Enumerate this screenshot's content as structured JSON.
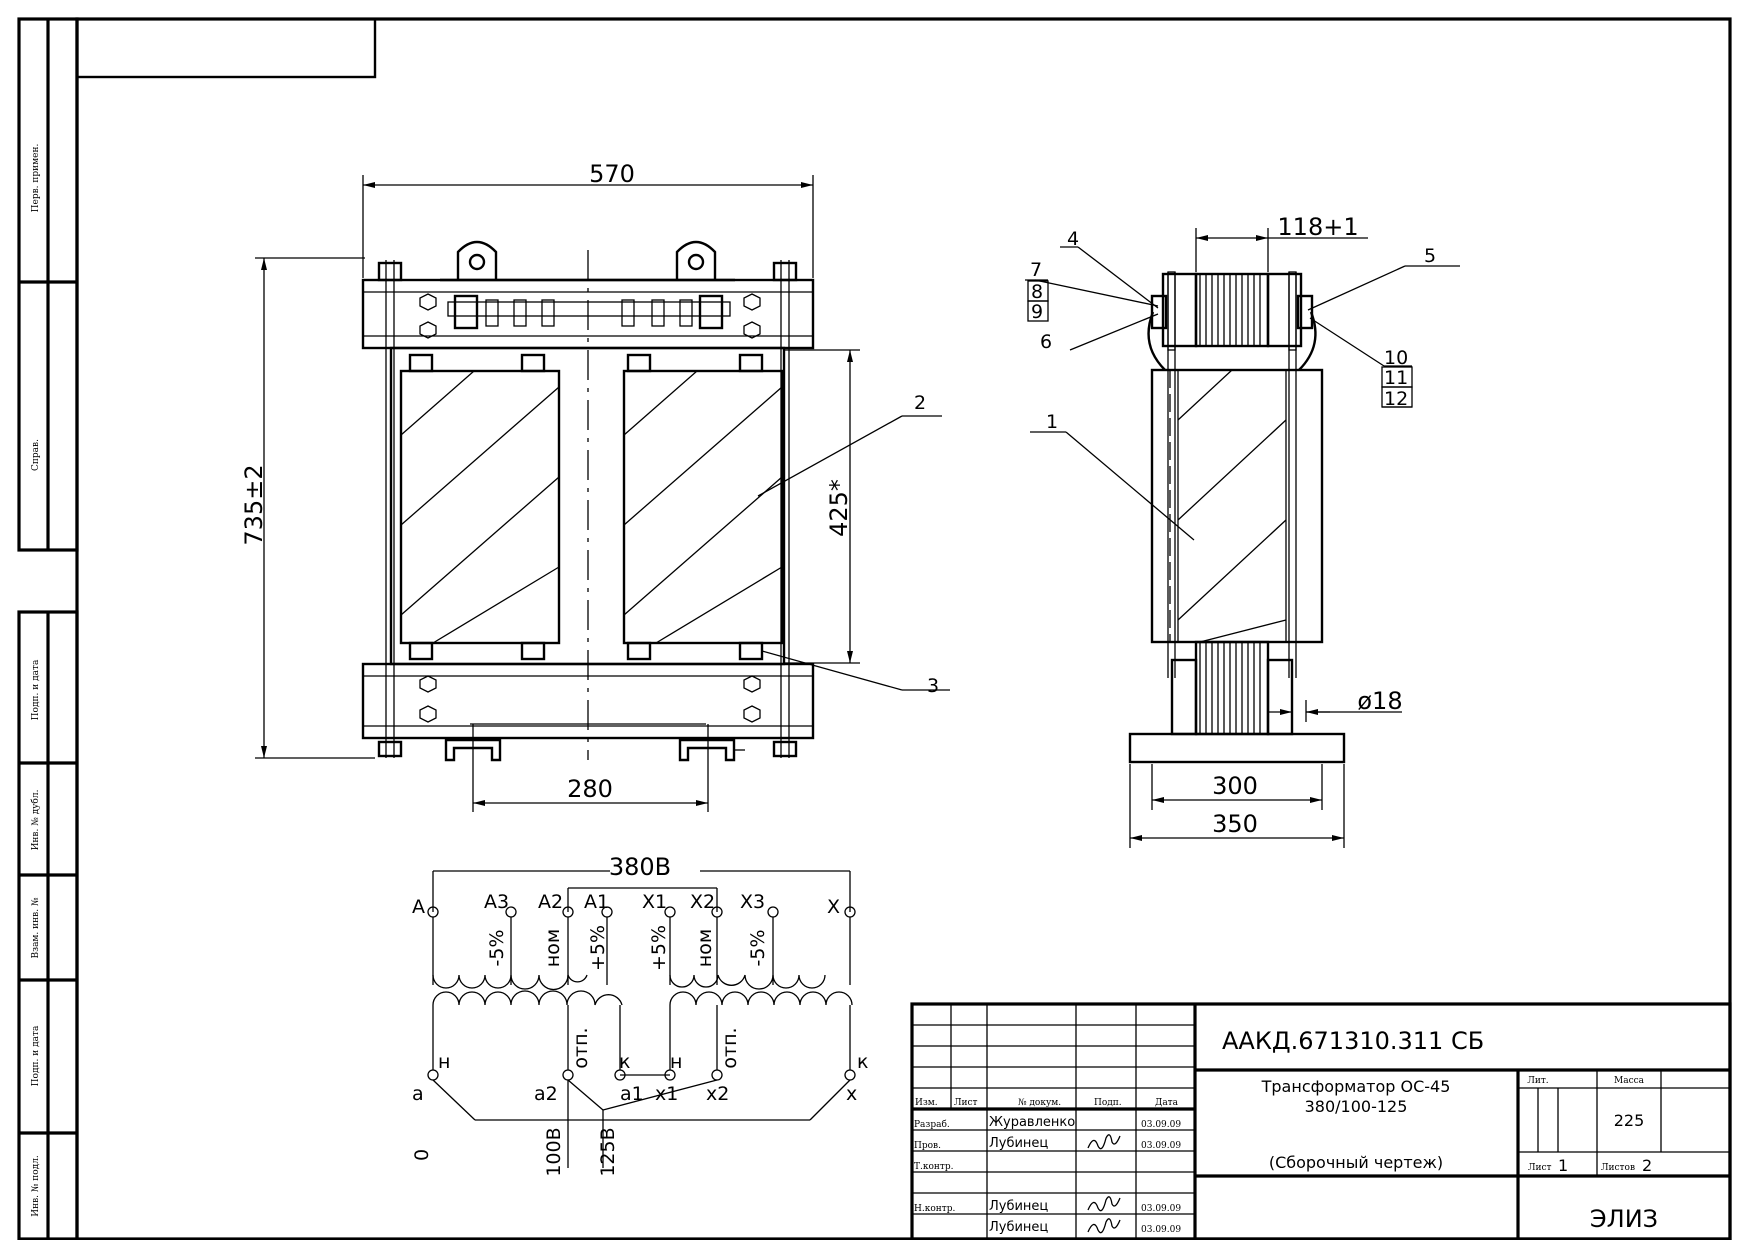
{
  "dimensions": {
    "width_main": "570",
    "height_main": "735±2",
    "window_height": "425*",
    "foot_spacing": "280",
    "side_width_top": "118+1",
    "side_hole": "ø18",
    "base_inner": "300",
    "base_outer": "350"
  },
  "callouts": {
    "c1": "1",
    "c2": "2",
    "c3": "3",
    "c4": "4",
    "c5": "5",
    "c6": "6",
    "c7": "7",
    "c8": "8",
    "c9": "9",
    "c10": "10",
    "c11": "11",
    "c12": "12"
  },
  "schematic": {
    "voltage": "380В",
    "primary_taps": [
      "A",
      "A3",
      "A2",
      "A1",
      "X1",
      "X2",
      "X3",
      "X"
    ],
    "tap_labels": [
      "-5%",
      "ном",
      "+5%",
      "+5%",
      "ном",
      "-5%"
    ],
    "secondary_letters": [
      "н",
      "отп.",
      "к",
      "н",
      "отп.",
      "к"
    ],
    "secondary_taps": [
      "a",
      "a2",
      "a1",
      "x1",
      "x2",
      "x"
    ],
    "outputs": [
      "0",
      "100В",
      "125В"
    ]
  },
  "side_stamps": [
    "Перв. примен.",
    "Справ.",
    "Подп. и дата",
    "Инв. № дубл.",
    "Взам. инв. №",
    "Подп. и дата",
    "Инв. № подл."
  ],
  "title_block": {
    "doc_number": "ААКД.671310.311  СБ",
    "title_line1": "Трансформатор ОС-45",
    "title_line2": "380/100-125",
    "title_line3": "(Сборочный чертеж)",
    "col_headers": [
      "Изм.",
      "Лист",
      "№ докум.",
      "Подп.",
      "Дата"
    ],
    "rows": [
      {
        "role": "Разраб.",
        "name": "Журавленко",
        "date": "03.09.09"
      },
      {
        "role": "Пров.",
        "name": "Лубинец",
        "date": "03.09.09"
      },
      {
        "role": "Т.контр.",
        "name": "",
        "date": ""
      },
      {
        "role": "",
        "name": "",
        "date": ""
      },
      {
        "role": "Н.контр.",
        "name": "Лубинец",
        "date": "03.09.09"
      },
      {
        "role": "",
        "name": "Лубинец",
        "date": "03.09.09"
      }
    ],
    "lit_label": "Лит.",
    "mass_label": "Масса",
    "mass": "225",
    "sheet_label": "Лист",
    "sheet": "1",
    "sheets_label": "Листов",
    "sheets": "2",
    "company": "ЭЛИЗ"
  }
}
